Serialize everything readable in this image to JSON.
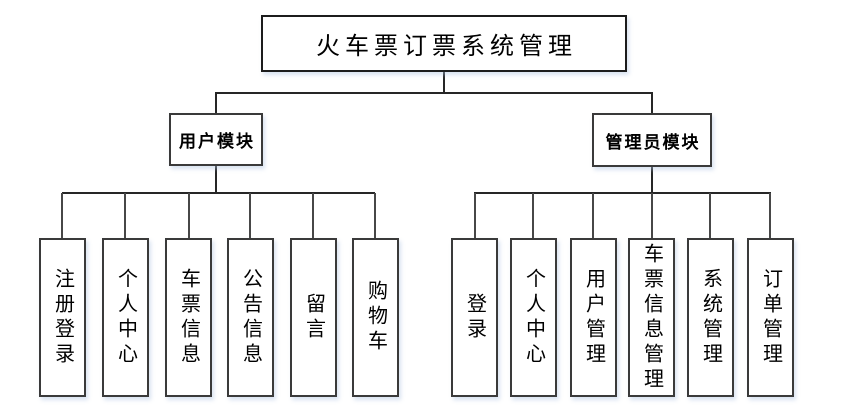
{
  "diagram": {
    "title": "火车票订票系统管理",
    "colors": {
      "background": "#ffffff",
      "box_border": "#3a3a3a",
      "root_border": "#1c1c1c",
      "connector_line": "#262626",
      "text": "#000000"
    },
    "modules": [
      {
        "label": "用户模块",
        "children": [
          "注册登录",
          "个人中心",
          "车票信息",
          "公告信息",
          "留言",
          "购物车"
        ]
      },
      {
        "label": "管理员模块",
        "children": [
          "登录",
          "个人中心",
          "用户管理",
          "车票信息管理",
          "系统管理",
          "订单管理"
        ]
      }
    ]
  }
}
